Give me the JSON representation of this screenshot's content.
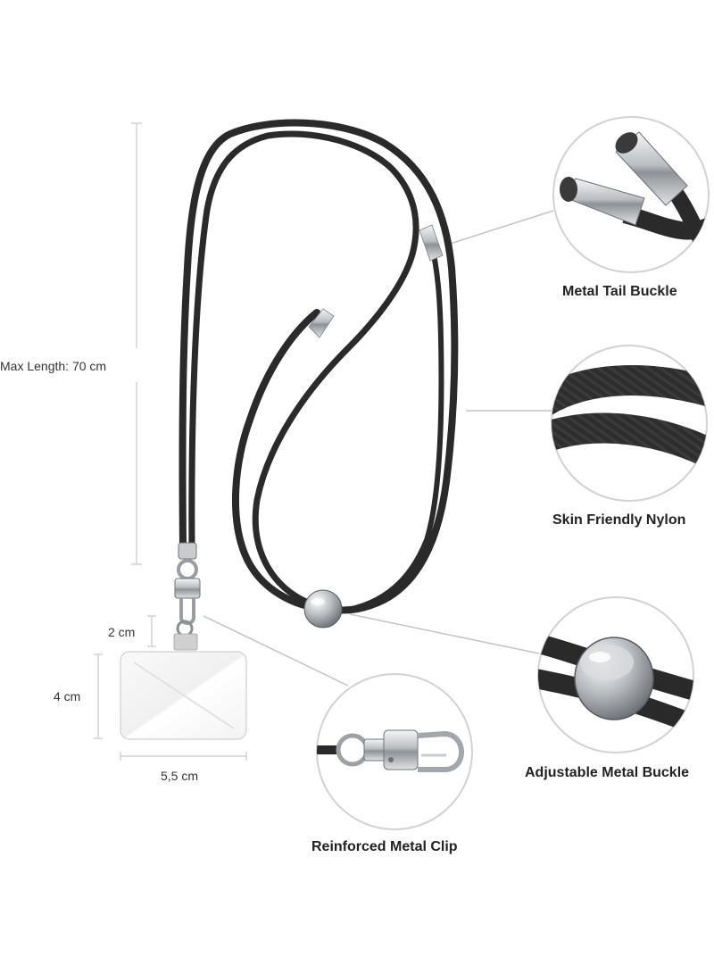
{
  "dimensions": {
    "max_length": "Max Length: 70 cm",
    "tab_height": "2 cm",
    "patch_height": "4 cm",
    "patch_width": "5,5 cm"
  },
  "features": {
    "tail_buckle": "Metal Tail Buckle",
    "nylon": "Skin Friendly Nylon",
    "adjust_buckle": "Adjustable Metal Buckle",
    "clip": "Reinforced Metal Clip"
  },
  "colors": {
    "cord": "#2a2a2a",
    "metal": "#bfc3c7",
    "guide_line": "#c4c4c4",
    "circle_border": "#d2d2d2"
  }
}
